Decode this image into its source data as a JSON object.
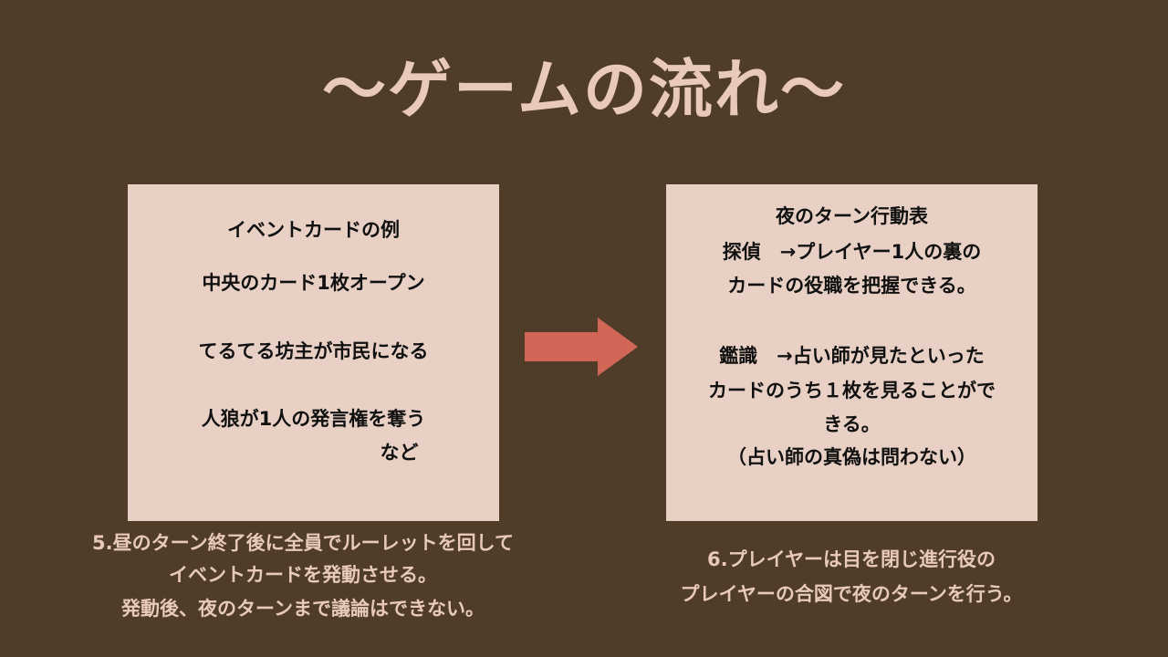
{
  "title": "〜ゲームの流れ〜",
  "left_box": {
    "lines": [
      "イベントカードの例",
      "中央のカード1枚オープン",
      "てるてる坊主が市民になる",
      "人狼が1人の発言権を奪う",
      "など"
    ]
  },
  "right_box": {
    "lines": [
      "夜のターン行動表",
      "探偵　→プレイヤー1人の裏の",
      "カードの役職を把握できる。",
      "鑑識　→占い師が見たといった",
      "カードのうち１枚を見ることがで",
      "きる。",
      "（占い師の真偽は問わない）"
    ]
  },
  "left_caption": [
    "5.昼のターン終了後に全員でルーレットを回して",
    "イベントカードを発動させる。",
    "発動後、夜のターンまで議論はできない。"
  ],
  "right_caption": [
    "6.プレイヤーは目を閉じ進行役の",
    "プレイヤーの合図で夜のターンを行う。"
  ],
  "colors": {
    "background": "#4f3c29",
    "box": "#e8d0c4",
    "arrow": "#d16656",
    "title": "#e8c9bb"
  }
}
